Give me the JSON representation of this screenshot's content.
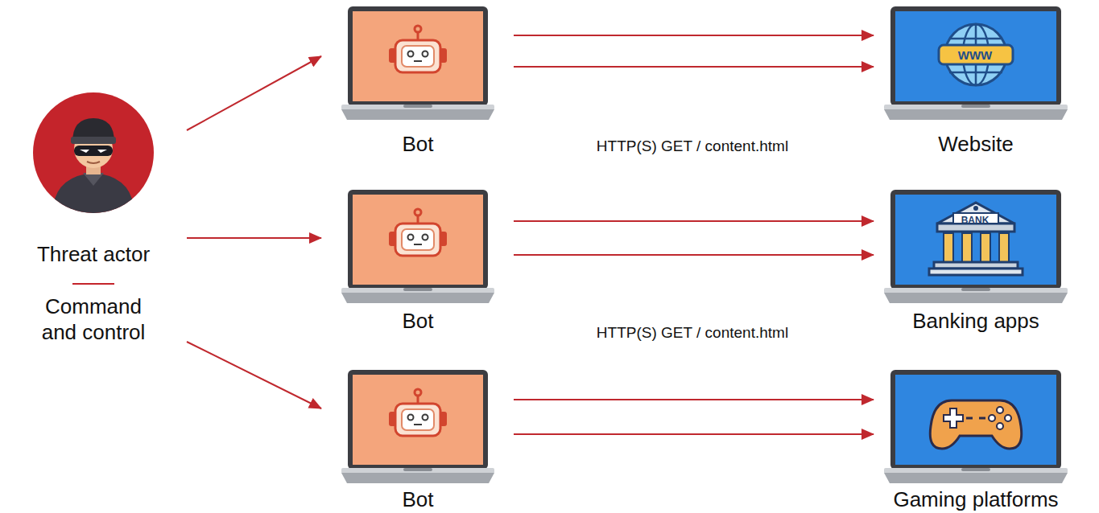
{
  "diagram": {
    "nodes": [
      {
        "text": [
          "Threat actor",
          "Command and control"
        ]
      },
      {
        "text": [
          "Bot"
        ]
      },
      {
        "text": [
          "Bot"
        ]
      },
      {
        "text": [
          "Bot"
        ]
      },
      {
        "text": [
          "Website"
        ]
      },
      {
        "text": [
          "Banking apps"
        ]
      },
      {
        "text": [
          "Gaming platforms"
        ]
      }
    ],
    "edges": [
      {
        "from": 0,
        "to": 1,
        "arrow": "to"
      },
      {
        "from": 0,
        "to": 2,
        "arrow": "to"
      },
      {
        "from": 0,
        "to": 3,
        "arrow": "to"
      },
      {
        "from": 1,
        "to": 4,
        "arrow": "to"
      },
      {
        "from": 1,
        "to": 4,
        "arrow": "to"
      },
      {
        "from": 2,
        "to": 5,
        "arrow": "to"
      },
      {
        "from": 2,
        "to": 5,
        "arrow": "to"
      },
      {
        "from": 3,
        "to": 6,
        "arrow": "to"
      },
      {
        "from": 3,
        "to": 6,
        "arrow": "to"
      }
    ],
    "labels": [
      "HTTP(S) GET / content.html",
      "HTTP(S) GET / content.html",
      "WWW",
      "BANK"
    ]
  }
}
